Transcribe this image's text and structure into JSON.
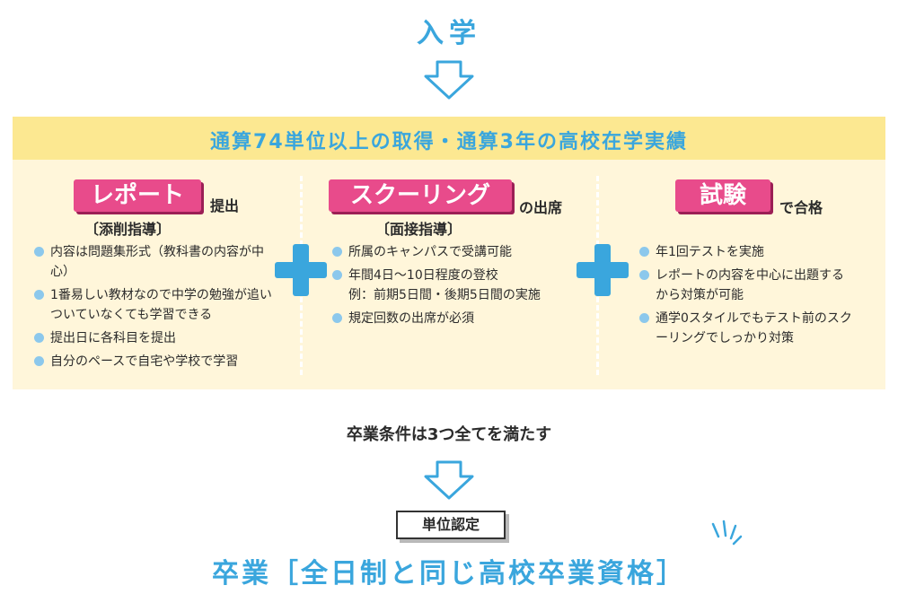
{
  "top_title": "入学",
  "requirements_band": "通算74単位以上の取得・通算3年の高校在学実績",
  "columns": [
    {
      "tag": "レポート",
      "suffix": "提出",
      "sub": "〔添削指導〕",
      "items": [
        "内容は問題集形式（教科書の内容が中心）",
        "1番易しい教材なので中学の勉強が追いついていなくても学習できる",
        "提出日に各科目を提出",
        "自分のペースで自宅や学校で学習"
      ]
    },
    {
      "tag": "スクーリング",
      "suffix": "の出席",
      "sub": "〔面接指導〕",
      "items": [
        "所属のキャンパスで受講可能",
        "年間4日〜10日程度の登校\n例：前期5日間・後期5日間の実施",
        "規定回数の出席が必須"
      ]
    },
    {
      "tag": "試験",
      "suffix": "で合格",
      "sub": "",
      "items": [
        "年1回テストを実施",
        "レポートの内容を中心に出題するから対策が可能",
        "通学0スタイルでもテスト前のスクーリングでしっかり対策"
      ]
    }
  ],
  "condition_text": "卒業条件は3つ全てを満たす",
  "badge": "単位認定",
  "final_text": "卒業［全日制と同じ高校卒業資格］",
  "colors": {
    "accent_blue": "#3aa6dd",
    "tag_pink": "#e84b8b",
    "band_yellow": "#fce891",
    "panel_cream": "#fff6da"
  },
  "icons": [
    "down-arrow-icon",
    "plus-icon",
    "bullet-dot-icon",
    "spark-lines-icon"
  ]
}
